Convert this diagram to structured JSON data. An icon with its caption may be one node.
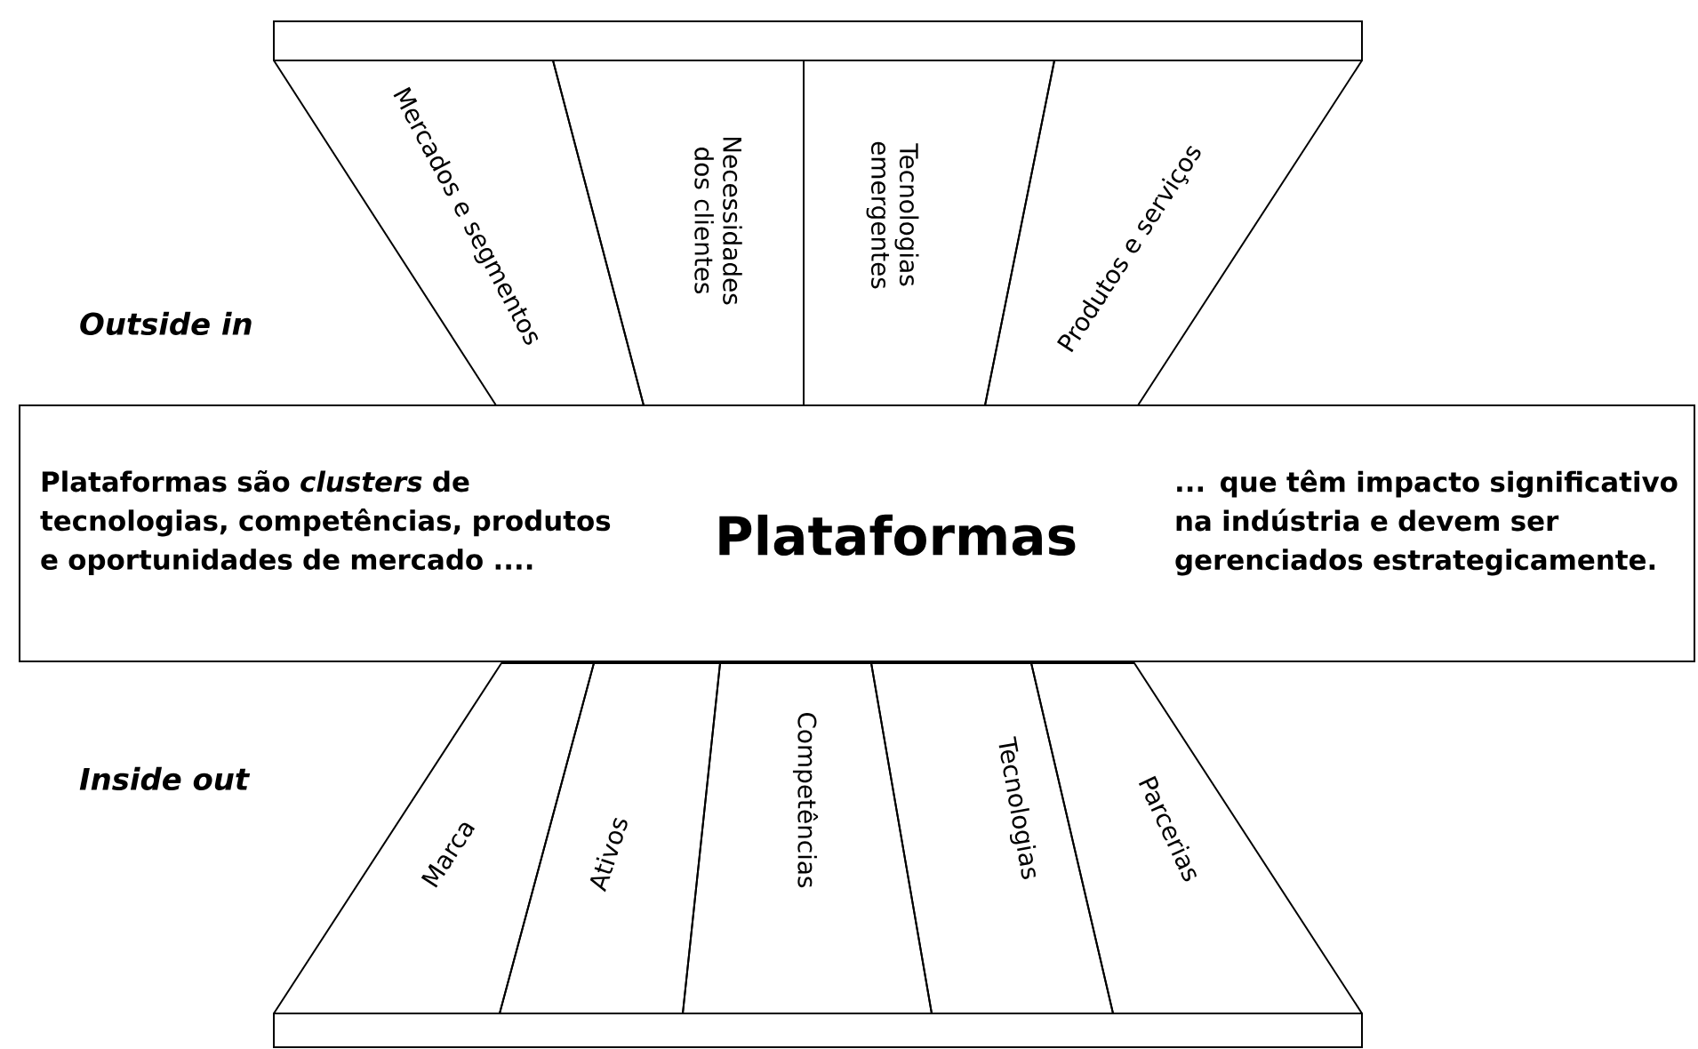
{
  "diagram": {
    "nodes": [
      {
        "text": [],
        "shape": "bar"
      },
      {
        "text": [
          "Mercados e segmentos"
        ]
      },
      {
        "text": [
          "Necessidades dos clientes"
        ]
      },
      {
        "text": [
          "Tecnologias emergentes"
        ]
      },
      {
        "text": [
          "Produtos e serviços"
        ]
      },
      {
        "text": [
          "Plataformas são *clusters* de tecnologias, competências, produtos e oportunidades de mercado ....",
          "Plataformas",
          "... que têm impacto significativo na indústria e devem ser gerenciados estrategicamente."
        ]
      },
      {
        "text": [
          "Marca"
        ]
      },
      {
        "text": [
          "Ativos"
        ]
      },
      {
        "text": [
          "Competências"
        ]
      },
      {
        "text": [
          "Tecnologias"
        ]
      },
      {
        "text": [
          "Parcerias"
        ]
      },
      {
        "text": [],
        "shape": "bar"
      }
    ],
    "labels": [
      "Outside in",
      "Inside out"
    ]
  }
}
